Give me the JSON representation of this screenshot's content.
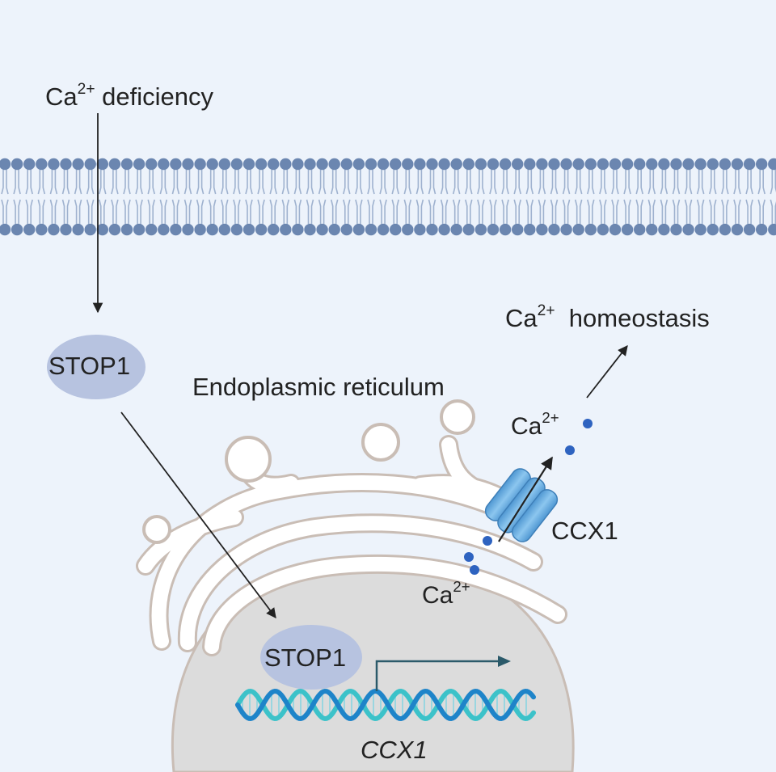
{
  "signal": {
    "ion": "Ca",
    "charge": "2+",
    "text": "deficiency"
  },
  "stop1_cytoplasm": "STOP1",
  "organelle": "Endoplasmic reticulum",
  "outcome": {
    "ion": "Ca",
    "charge": "2+",
    "text": "homeostasis"
  },
  "transporter": "CCX1",
  "ion_out": {
    "ion": "Ca",
    "charge": "2+"
  },
  "ion_in": {
    "ion": "Ca",
    "charge": "2+"
  },
  "stop1_nucleus": "STOP1",
  "gene": "CCX1",
  "colors": {
    "background": "#edf3fb",
    "membrane": "#6b86b0",
    "stop1": "#b7c3e0",
    "nucleus": "#dcdcdc",
    "channel": "#5ba6dc",
    "ion_dot": "#2e63c0",
    "dna_a": "#1e84c9",
    "dna_b": "#3cc2c9",
    "er_outline": "#c9bdb5"
  }
}
